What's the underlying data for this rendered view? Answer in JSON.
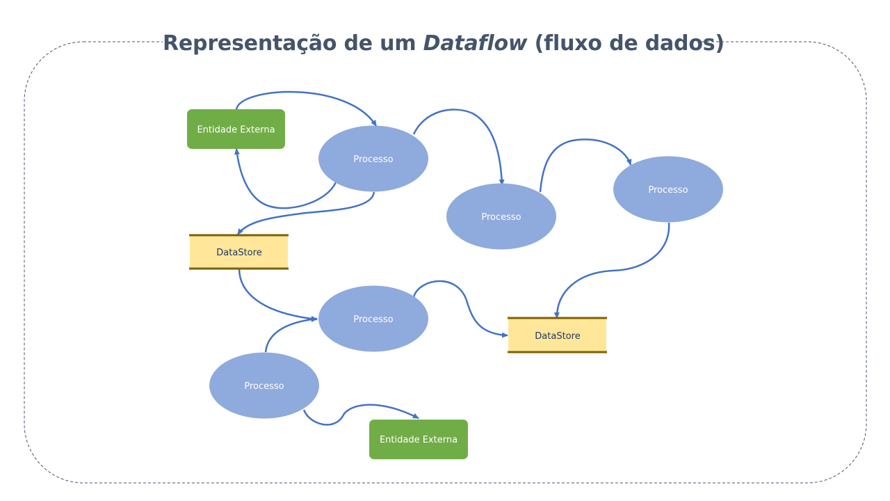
{
  "title": {
    "prefix": "Representação de um ",
    "emphasis": "Dataflow",
    "suffix": " (fluxo de dados)"
  },
  "colors": {
    "title_text": "#44546a",
    "frame_border": "#44546a",
    "arrow": "#4472c4",
    "process_fill": "#8faadc",
    "process_text": "#ffffff",
    "entity_fill": "#70ad47",
    "entity_text": "#ffffff",
    "datastore_fill": "#ffe699",
    "datastore_border": "#7f6000",
    "datastore_text": "#1f3864"
  },
  "nodes": {
    "entity_1": {
      "type": "entity",
      "label": "Entidade Externa"
    },
    "process_1": {
      "type": "process",
      "label": "Processo"
    },
    "process_2": {
      "type": "process",
      "label": "Processo"
    },
    "process_3": {
      "type": "process",
      "label": "Processo"
    },
    "datastore_1": {
      "type": "datastore",
      "label": "DataStore"
    },
    "process_4": {
      "type": "process",
      "label": "Processo"
    },
    "datastore_2": {
      "type": "datastore",
      "label": "DataStore"
    },
    "process_5": {
      "type": "process",
      "label": "Processo"
    },
    "entity_2": {
      "type": "entity",
      "label": "Entidade Externa"
    }
  },
  "flows": [
    {
      "from": "entity_1",
      "to": "process_1"
    },
    {
      "from": "process_1",
      "to": "entity_1"
    },
    {
      "from": "process_1",
      "to": "process_2"
    },
    {
      "from": "process_2",
      "to": "process_3"
    },
    {
      "from": "process_1",
      "to": "datastore_1"
    },
    {
      "from": "datastore_1",
      "to": "process_4"
    },
    {
      "from": "process_3",
      "to": "datastore_2"
    },
    {
      "from": "process_4",
      "to": "datastore_2"
    },
    {
      "from": "process_5",
      "to": "process_4"
    },
    {
      "from": "process_5",
      "to": "entity_2"
    }
  ]
}
